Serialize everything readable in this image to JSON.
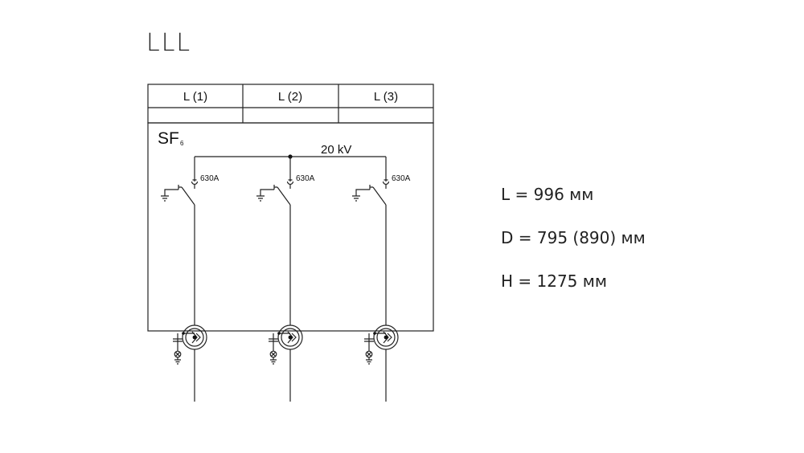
{
  "title": "LLL",
  "diagram": {
    "columns": [
      "L (1)",
      "L (2)",
      "L (3)"
    ],
    "medium": "SF",
    "medium_subscript": "6",
    "busbar_voltage": "20 kV",
    "switch_ratings": [
      "630A",
      "630A",
      "630A"
    ]
  },
  "specs": [
    "L = 996 мм",
    "D = 795 (890) мм",
    "H = 1275 мм"
  ]
}
